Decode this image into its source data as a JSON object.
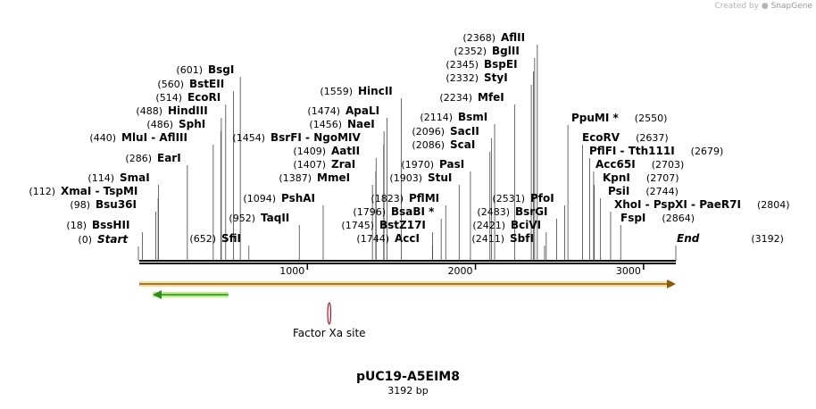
{
  "map": {
    "title": "pUC19-A5EIM8",
    "length_label": "3192 bp",
    "length": 3192,
    "watermark_prefix": "Created by",
    "watermark_brand": "SnapGene"
  },
  "ruler": {
    "ticks": [
      {
        "pos": 1000,
        "label": "1000"
      },
      {
        "pos": 2000,
        "label": "2000"
      },
      {
        "pos": 3000,
        "label": "3000"
      }
    ]
  },
  "features": [
    {
      "name": "",
      "kind": "green-arrow-reverse",
      "start": 80,
      "end": 530,
      "color": "#2e8b1e"
    },
    {
      "name": "Factor Xa site",
      "kind": "site",
      "pos": 1130,
      "color": "#8b1a2a"
    }
  ],
  "sites": [
    {
      "pos_label": "(0)",
      "name": "Start",
      "pos": 0,
      "italic": true
    },
    {
      "pos_label": "(18)",
      "name": "BssHII",
      "pos": 18
    },
    {
      "pos_label": "(98)",
      "name": "Bsu36I",
      "pos": 98
    },
    {
      "pos_label": "(112)",
      "name": "XmaI  - TspMI",
      "pos": 112
    },
    {
      "pos_label": "(114)",
      "name": "SmaI",
      "pos": 114
    },
    {
      "pos_label": "(286)",
      "name": "EarI",
      "pos": 286
    },
    {
      "pos_label": "(440)",
      "name": "MluI  - AflIII",
      "pos": 440
    },
    {
      "pos_label": "(486)",
      "name": "SphI",
      "pos": 486
    },
    {
      "pos_label": "(488)",
      "name": "HindIII",
      "pos": 488
    },
    {
      "pos_label": "(514)",
      "name": "EcoRI",
      "pos": 514
    },
    {
      "pos_label": "(560)",
      "name": "BstEII",
      "pos": 560
    },
    {
      "pos_label": "(601)",
      "name": "BsgI",
      "pos": 601
    },
    {
      "pos_label": "(652)",
      "name": "SfiI",
      "pos": 652
    },
    {
      "pos_label": "(952)",
      "name": "TaqII",
      "pos": 952
    },
    {
      "pos_label": "(1094)",
      "name": "PshAI",
      "pos": 1094
    },
    {
      "pos_label": "(1387)",
      "name": "MmeI",
      "pos": 1387
    },
    {
      "pos_label": "(1407)",
      "name": "ZraI",
      "pos": 1407
    },
    {
      "pos_label": "(1409)",
      "name": "AatII",
      "pos": 1409
    },
    {
      "pos_label": "(1454)",
      "name": "BsrFI  - NgoMIV",
      "pos": 1454
    },
    {
      "pos_label": "(1456)",
      "name": "NaeI",
      "pos": 1456
    },
    {
      "pos_label": "(1474)",
      "name": "ApaLI",
      "pos": 1474
    },
    {
      "pos_label": "(1559)",
      "name": "HincII",
      "pos": 1559
    },
    {
      "pos_label": "(1744)",
      "name": "AccI",
      "pos": 1744
    },
    {
      "pos_label": "(1745)",
      "name": "BstZ17I",
      "pos": 1745
    },
    {
      "pos_label": "(1796)",
      "name": "BsaBI *",
      "pos": 1796
    },
    {
      "pos_label": "(1823)",
      "name": "PflMI",
      "pos": 1823
    },
    {
      "pos_label": "(1903)",
      "name": "StuI",
      "pos": 1903
    },
    {
      "pos_label": "(1970)",
      "name": "PasI",
      "pos": 1970
    },
    {
      "pos_label": "(2086)",
      "name": "ScaI",
      "pos": 2086
    },
    {
      "pos_label": "(2096)",
      "name": "SacII",
      "pos": 2096
    },
    {
      "pos_label": "(2114)",
      "name": "BsmI",
      "pos": 2114
    },
    {
      "pos_label": "(2234)",
      "name": "MfeI",
      "pos": 2234
    },
    {
      "pos_label": "(2332)",
      "name": "StyI",
      "pos": 2332
    },
    {
      "pos_label": "(2345)",
      "name": "BspEI",
      "pos": 2345
    },
    {
      "pos_label": "(2352)",
      "name": "BglII",
      "pos": 2352
    },
    {
      "pos_label": "(2368)",
      "name": "AflII",
      "pos": 2368
    },
    {
      "pos_label": "(2411)",
      "name": "SbfI",
      "pos": 2411
    },
    {
      "pos_label": "(2421)",
      "name": "BciVI",
      "pos": 2421
    },
    {
      "pos_label": "(2483)",
      "name": "BsrGI",
      "pos": 2483
    },
    {
      "pos_label": "(2531)",
      "name": "PfoI",
      "pos": 2531
    },
    {
      "pos_label": "(2550)",
      "name": "PpuMI *",
      "pos": 2550
    },
    {
      "pos_label": "(2637)",
      "name": "EcoRV",
      "pos": 2637
    },
    {
      "pos_label": "(2679)",
      "name": "PflFI  - Tth111I",
      "pos": 2679
    },
    {
      "pos_label": "(2703)",
      "name": "Acc65I",
      "pos": 2703
    },
    {
      "pos_label": "(2707)",
      "name": "KpnI",
      "pos": 2707
    },
    {
      "pos_label": "(2744)",
      "name": "PsiI",
      "pos": 2744
    },
    {
      "pos_label": "(2804)",
      "name": "XhoI  - PspXI  - PaeR7I",
      "pos": 2804
    },
    {
      "pos_label": "(2864)",
      "name": "FspI",
      "pos": 2864
    },
    {
      "pos_label": "(3192)",
      "name": "End",
      "pos": 3192,
      "italic": true
    }
  ]
}
